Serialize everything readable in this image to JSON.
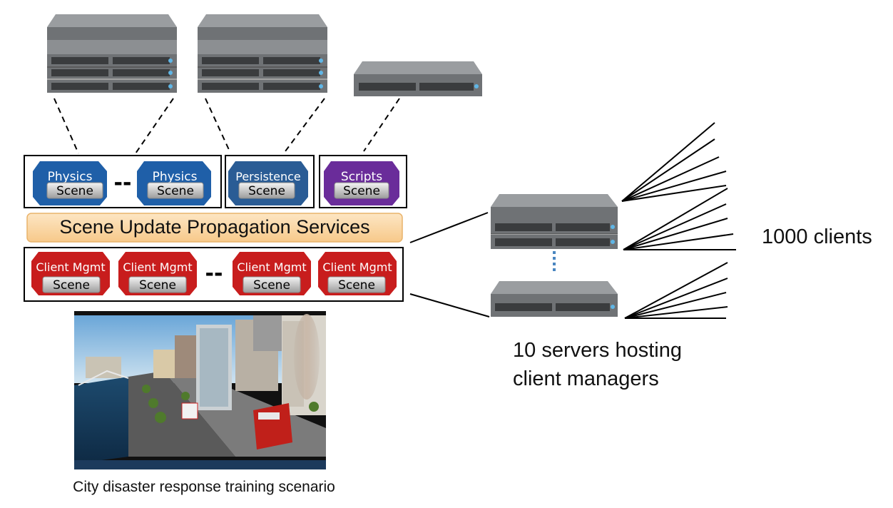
{
  "modules": {
    "physics_1": {
      "title": "Physics",
      "sub": "Scene",
      "color": "#1f5fa8"
    },
    "physics_2": {
      "title": "Physics",
      "sub": "Scene",
      "color": "#1f5fa8"
    },
    "persistence": {
      "title": "Persistence",
      "sub": "Scene",
      "color": "#2a5c95"
    },
    "scripts": {
      "title": "Scripts",
      "sub": "Scene",
      "color": "#6a2c9a"
    },
    "client_1": {
      "title": "Client Mgmt",
      "sub": "Scene",
      "color": "#c81d1d"
    },
    "client_2": {
      "title": "Client Mgmt",
      "sub": "Scene",
      "color": "#c81d1d"
    },
    "client_3": {
      "title": "Client Mgmt",
      "sub": "Scene",
      "color": "#c81d1d"
    },
    "client_4": {
      "title": "Client Mgmt",
      "sub": "Scene",
      "color": "#c81d1d"
    }
  },
  "ellipsis": "--",
  "propagation_bar": {
    "label": "Scene Update Propagation Services",
    "color": "#fbd9a8"
  },
  "clients_label": "1000 clients",
  "servers_label_line1": "10 servers hosting",
  "servers_label_line2": "client managers",
  "screenshot_caption": "City disaster response training scenario",
  "colors": {
    "server_body": "#6f7275",
    "server_top": "#9a9da0",
    "outline": "#000000"
  }
}
